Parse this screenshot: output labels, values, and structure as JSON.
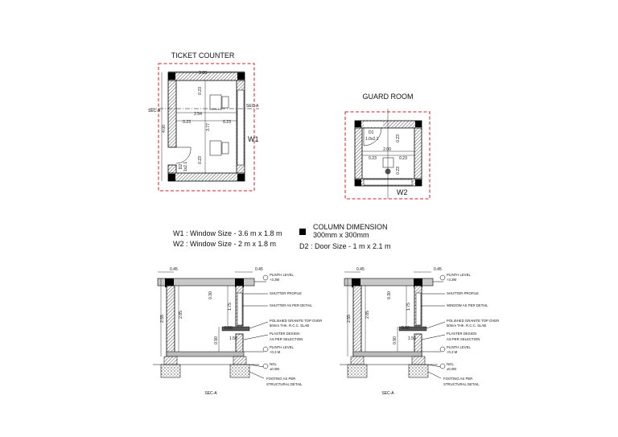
{
  "ticket_counter": {
    "title": "TICKET COUNTER",
    "dims": {
      "top": "3.00",
      "left": "4.00",
      "inner_height": "3.77",
      "width_2_54": "2.54",
      "wall_top": "0.23",
      "wall_left": "0.23",
      "wall_right": "0.23",
      "wall_bottom": "0.23"
    },
    "sec_left": "SEC-A",
    "sec_right": "SEC-A",
    "door_label": "D2",
    "door_size": "1x2.1",
    "window_label": "W1"
  },
  "guard_room": {
    "title": "GUARD ROOM",
    "dims": {
      "width": "2.00",
      "wall_left": "0.23",
      "wall_right": "0.23",
      "wall_top": "0.23",
      "wall_bottom": "0.23"
    },
    "door_label": "D1",
    "door_size": "1.0x2.1",
    "window_label": "W2"
  },
  "notes": {
    "w1": "W1 : Window Size - 3.6 m x 1.8 m",
    "w2": "W2 : Window Size - 2 m x 1.8 m",
    "column_title": "COLUMN DIMENSION",
    "column_size": "300mm x 300mm",
    "d2": "D2 : Door Size - 1 m x 2.1 m"
  },
  "section_left": {
    "caption": "SEC-A",
    "dim_045_left": "0.45",
    "dim_045_right": "0.45",
    "dim_255": "2.55",
    "dim_285": "2.85",
    "dim_030": "0.30",
    "dim_175": "1.75",
    "dim_060": "0.60",
    "dim_090": "0.90",
    "dim_150": "1.50",
    "callouts": {
      "plinth_top": "PLINTH LEVEL",
      "plinth_top_val": "+3.3M",
      "shutter_profile": "SHUTTER PROFILE",
      "shutter_detail": "SHUTTER AS PER DETAIL",
      "granite_1": "POLISHED GRANITE TOP OVER",
      "granite_2": "50mm THK. R.C.C. SLAB",
      "plaster_1": "PLASTER DESIGN",
      "plaster_2": "AS PER SELECTION",
      "plinth_bottom": "PLINTH LEVEL",
      "plinth_bottom_val": "+0.3 M",
      "ngl": "NGL",
      "ngl_val": "±0.0M",
      "footing_1": "FOOTING AS PER",
      "footing_2": "STRUCTURAL DETAIL"
    }
  },
  "section_right": {
    "caption": "SEC-A",
    "dim_045_left": "0.45",
    "dim_045_right": "0.45",
    "dim_255": "2.55",
    "dim_285": "2.85",
    "dim_030": "0.30",
    "dim_175": "1.75",
    "dim_060": "0.60",
    "dim_090": "0.90",
    "dim_150": "1.50",
    "callouts": {
      "plinth_top": "PLINTH LEVEL",
      "plinth_top_val": "+3.3M",
      "shutter_profile": "SHUTTER PROFILE",
      "window_detail": "WINDOW AS PER DETAIL",
      "granite_1": "POLISHED GRANITE TOP OVER",
      "granite_2": "50mm THK. R.C.C. SLAB",
      "plaster_1": "PLASTER DESIGN",
      "plaster_2": "AS PER SELECTION",
      "plinth_bottom": "PLINTH LEVEL",
      "plinth_bottom_val": "+0.3 M",
      "ngl": "NGL",
      "ngl_val": "±0.0M",
      "footing_1": "FOOTING AS PER",
      "footing_2": "STRUCTURAL DETAIL"
    }
  }
}
